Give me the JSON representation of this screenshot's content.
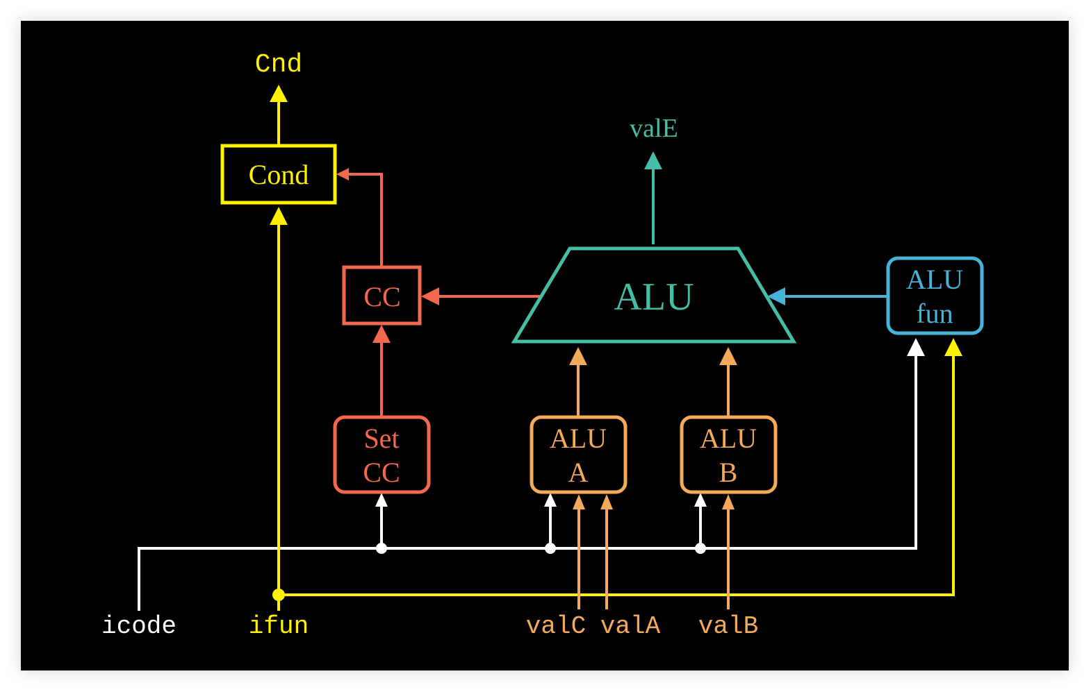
{
  "colors": {
    "background": "#000000",
    "yellow": "#fff200",
    "red": "#f4684f",
    "orange": "#f5a95a",
    "teal": "#46bda6",
    "blue": "#47b3d9",
    "white": "#ffffff"
  },
  "outputs": {
    "cnd": "Cnd",
    "valE": "valE"
  },
  "blocks": {
    "cond": "Cond",
    "cc": "CC",
    "alu": "ALU",
    "alu_fun": [
      "ALU",
      "fun"
    ],
    "set_cc": [
      "Set",
      "CC"
    ],
    "alu_a": [
      "ALU",
      "A"
    ],
    "alu_b": [
      "ALU",
      "B"
    ]
  },
  "inputs": {
    "icode": "icode",
    "ifun": "ifun",
    "valC": "valC",
    "valA": "valA",
    "valB": "valB"
  }
}
